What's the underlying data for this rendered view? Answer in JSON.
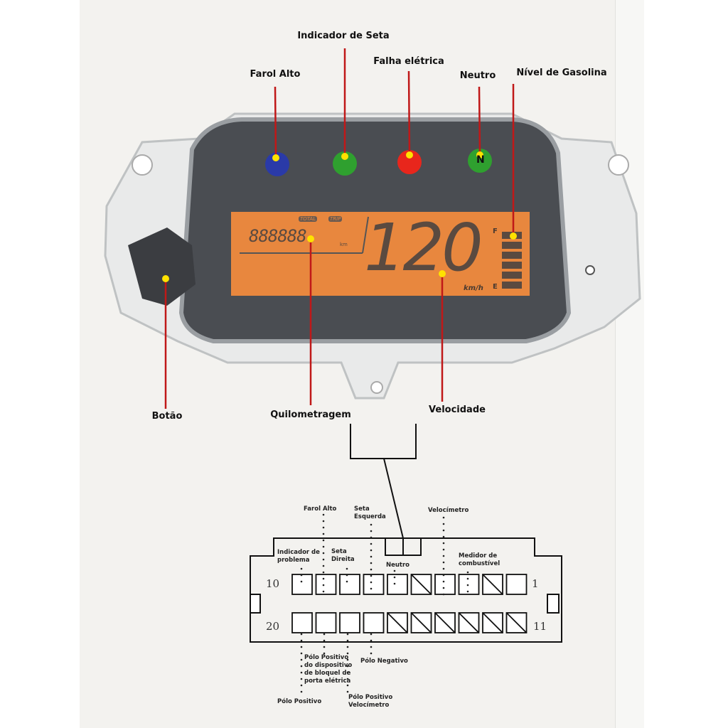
{
  "dashboard": {
    "labels": {
      "turn_signal": "Indicador de Seta",
      "high_beam": "Farol Alto",
      "electric_fault": "Falha elétrica",
      "neutral": "Neutro",
      "fuel_level": "Nível de Gasolina",
      "button": "Botão",
      "odometer": "Quilometragem",
      "speed": "Velocidade"
    },
    "lcd": {
      "total_tag": "TOTAL",
      "trip_tag": "TRIP",
      "odometer_value": "888888",
      "odometer_unit": "km",
      "speed_value": "120",
      "speed_unit": "km/h",
      "fuel_full": "F",
      "fuel_empty": "E",
      "neutral_letter": "N"
    },
    "colors": {
      "high_beam": "#2a3aa8",
      "turn_signal": "#2fa02f",
      "fault": "#e8261c",
      "neutral": "#2fa02f",
      "lcd": "#e8873e",
      "pointer": "#c01818",
      "dot": "#ffe200"
    }
  },
  "connector": {
    "pin_labels_top": {
      "high_beam": "Farol Alto",
      "left_turn_1": "Seta",
      "left_turn_2": "Esquerda",
      "speedometer": "Velocímetro",
      "fault_1": "Indicador de",
      "fault_2": "problema",
      "right_turn_1": "Seta",
      "right_turn_2": "Direita",
      "neutral": "Neutro",
      "fuel_1": "Medidor de",
      "fuel_2": "combustível"
    },
    "pin_numbers": {
      "row1_left": "10",
      "row1_right": "1",
      "row2_left": "20",
      "row2_right": "11"
    },
    "pin_labels_bottom": {
      "lock_1": "Pólo Positivo",
      "lock_2": "do dispositivo",
      "lock_3": "de bloquel de",
      "lock_4": "porta elétrica",
      "negative": "Pólo Negativo",
      "positive": "Pólo Positivo",
      "speed_pos_1": "Pólo Positivo",
      "speed_pos_2": "Velocímetro"
    }
  }
}
